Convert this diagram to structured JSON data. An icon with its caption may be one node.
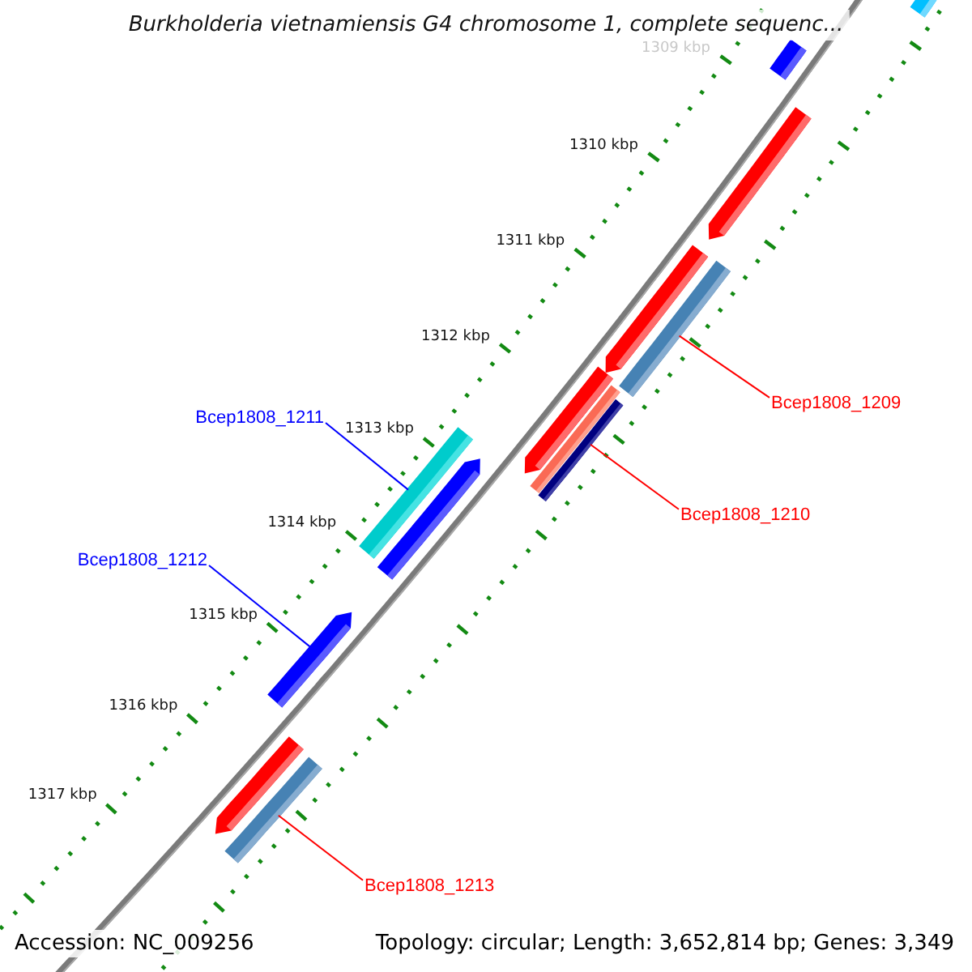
{
  "diagram": {
    "title": "Burkholderia vietnamiensis G4 chromosome 1, complete sequenc...",
    "nodes": [
      {
        "text": [
          "Bcep1808_1211"
        ]
      },
      {
        "text": [
          "Bcep1808_1212"
        ]
      },
      {
        "text": [
          "Bcep1808_1209"
        ]
      },
      {
        "text": [
          "Bcep1808_1210"
        ]
      },
      {
        "text": [
          "Bcep1808_1213"
        ]
      },
      {
        "text": [],
        "shape": "bar"
      },
      {
        "text": [],
        "shape": "bar"
      },
      {
        "text": [],
        "shape": "bar"
      },
      {
        "text": [],
        "shape": "bar"
      },
      {
        "text": [],
        "shape": "bar"
      },
      {
        "text": [],
        "shape": "bar"
      },
      {
        "text": [],
        "shape": "bar"
      },
      {
        "text": [],
        "shape": "bar"
      },
      {
        "text": [],
        "shape": "bar"
      },
      {
        "text": [],
        "shape": "bar"
      },
      {
        "text": [],
        "shape": "bar"
      },
      {
        "text": [],
        "shape": "bar"
      },
      {
        "text": [],
        "shape": "bar"
      }
    ],
    "edges": [
      {
        "from": 0,
        "to": 13,
        "arrow": "none",
        "color": "#0000ff"
      },
      {
        "from": 1,
        "to": 15,
        "arrow": "none",
        "color": "#0000ff"
      },
      {
        "from": 2,
        "to": 8,
        "arrow": "none"
      },
      {
        "from": 3,
        "to": 12,
        "arrow": "none"
      },
      {
        "from": 4,
        "to": 17,
        "arrow": "none"
      }
    ],
    "labels": [
      "1309 kbp",
      "1310 kbp",
      "1311 kbp",
      "1312 kbp",
      "1313 kbp",
      "1314 kbp",
      "1315 kbp",
      "1316 kbp",
      "1317 kbp",
      "Accession: NC_009256",
      "Topology: circular; Length: 3,652,814 bp; Genes: 3,349"
    ]
  }
}
